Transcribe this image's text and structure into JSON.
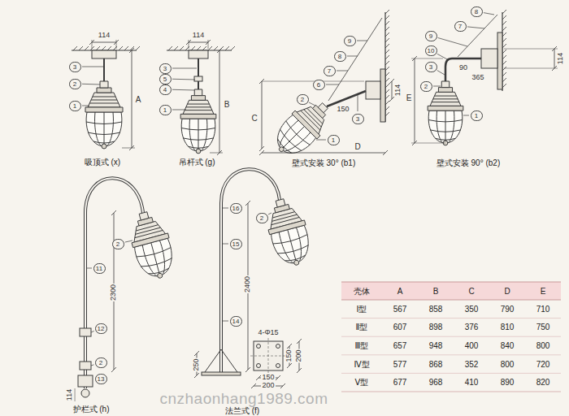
{
  "diagram": {
    "labels": [
      "114",
      "3",
      "2",
      "1",
      "A",
      "吸顶式 (x)",
      "114",
      "3",
      "5",
      "4",
      "1",
      "B",
      "吊杆式 (g)",
      "9",
      "8",
      "7",
      "6",
      "2",
      "3",
      "1",
      "150",
      "C",
      "D",
      "114",
      "壁式安装 30° (b1)",
      "8",
      "9",
      "7",
      "10",
      "3",
      "90",
      "365",
      "114",
      "E",
      "2",
      "1",
      "壁式安装 90° (b2)",
      "2",
      "11",
      "2300",
      "12",
      "2",
      "13",
      "114",
      "护栏式 (h)",
      "16",
      "2",
      "15",
      "2400",
      "14",
      "4-Φ15",
      "150",
      "200",
      "250",
      "150",
      "200",
      "法兰式 (f)",
      "壳体",
      "A",
      "B",
      "C",
      "D",
      "E",
      "Ⅰ型",
      "567",
      "858",
      "350",
      "790",
      "710",
      "Ⅱ型",
      "607",
      "898",
      "376",
      "810",
      "750",
      "Ⅲ型",
      "657",
      "948",
      "400",
      "840",
      "800",
      "Ⅳ型",
      "577",
      "868",
      "352",
      "800",
      "720",
      "Ⅴ型",
      "677",
      "968",
      "410",
      "890",
      "820",
      "cnzhaonhang1989.com"
    ]
  }
}
